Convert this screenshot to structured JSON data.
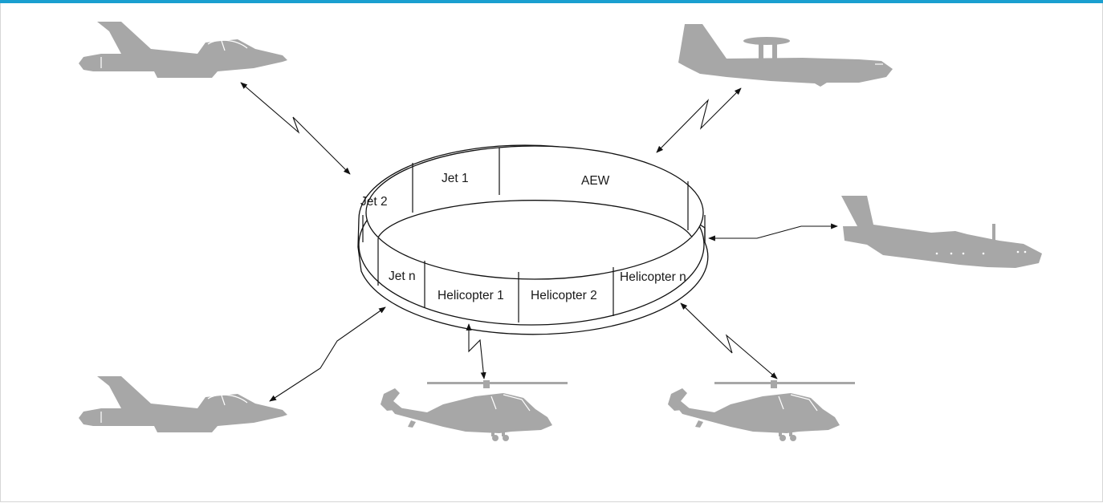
{
  "colors": {
    "accent_bar": "#1a9fd0",
    "aircraft": "#a7a7a7",
    "line": "#111111"
  },
  "ring": {
    "slots": {
      "jet2": "Jet 2",
      "jet1": "Jet 1",
      "aew": "AEW",
      "jetn": "Jet n",
      "heli1": "Helicopter 1",
      "heli2": "Helicopter 2",
      "helin": "Helicopter n"
    }
  },
  "icons": [
    "fighter-jet-icon",
    "aew-aircraft-icon",
    "transport-aircraft-icon",
    "helicopter-icon"
  ]
}
